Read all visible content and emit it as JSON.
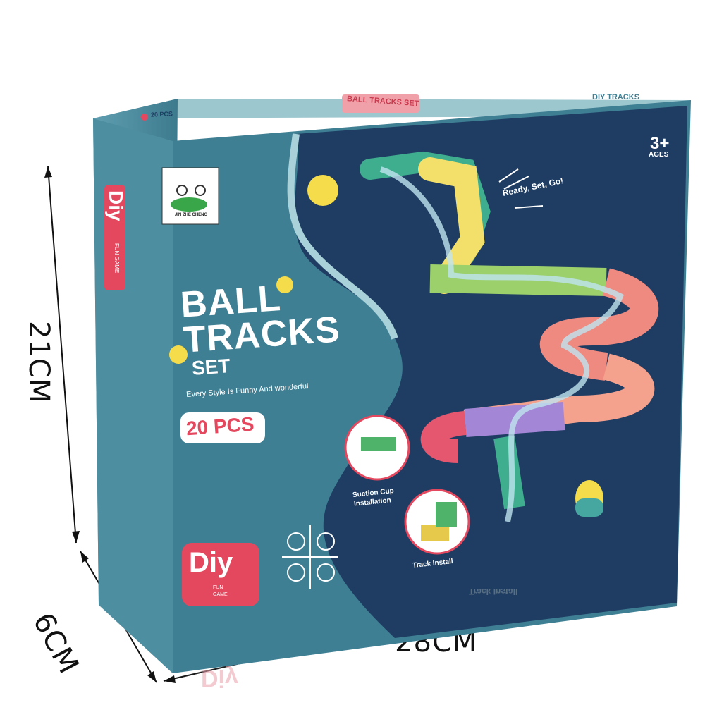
{
  "dimensions": {
    "height": "21CM",
    "depth": "6CM",
    "width": "28CM"
  },
  "box": {
    "brand": "JIN ZHE CHENG",
    "top_badge": "20 PCS",
    "top_logo": "BALL TRACKS SET",
    "top_right_text": "DIY TRACKS",
    "side_diy": "Diy",
    "side_fun": "FUN GAME",
    "title_line1": "BALL",
    "title_line2": "TRACKS",
    "title_line3": "SET",
    "subtitle": "Every Style Is Funny And wonderful",
    "pcs_badge": "20 PCS",
    "age": "3+",
    "age_label": "AGES",
    "ready_text": "Ready, Set, Go!",
    "suction_label_1": "Suction Cup",
    "suction_label_2": "Installation",
    "track_label": "Track Install",
    "diy_badge": "Diy",
    "diy_badge_sub_1": "FUN",
    "diy_badge_sub_2": "GAME",
    "reflection_text": "Track Install",
    "reflection_diy": "Diy"
  },
  "colors": {
    "box_blue": "#3f7f93",
    "box_dark": "#1f3d63",
    "badge_red": "#e4485f",
    "top_face": "#9dc7cf"
  }
}
